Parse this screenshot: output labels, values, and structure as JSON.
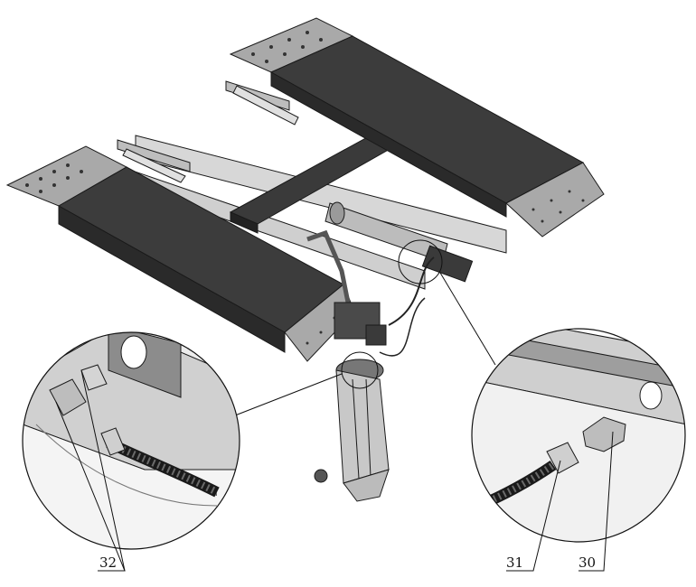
{
  "callouts": {
    "left_part": "32",
    "right_hose": "31",
    "right_fitting": "30"
  },
  "colors": {
    "pad": "#3c3c3c",
    "pad_side": "#2a2a2a",
    "frame": "#d7d7d7",
    "frame_dark": "#9a9a9a",
    "tread": "#a9a9a9",
    "outline": "#1a1a1a",
    "detail_bg": "#e6e6e6"
  }
}
